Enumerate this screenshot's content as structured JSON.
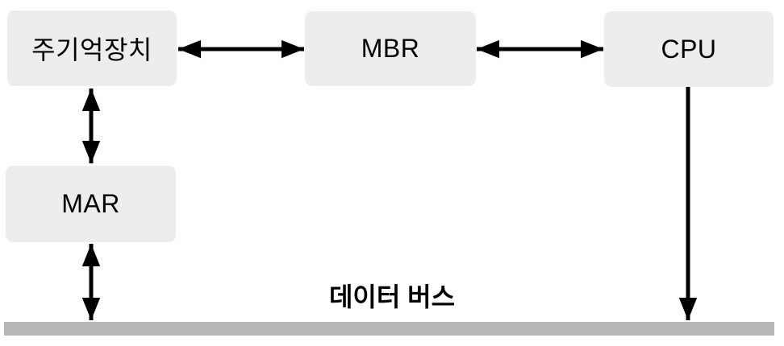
{
  "diagram": {
    "nodes": [
      {
        "id": "main-memory",
        "label": "주기억장치"
      },
      {
        "id": "mbr",
        "label": "MBR"
      },
      {
        "id": "cpu",
        "label": "CPU"
      },
      {
        "id": "mar",
        "label": "MAR"
      }
    ],
    "bus": {
      "label": "데이터 버스"
    },
    "edges": [
      {
        "from": "main-memory",
        "to": "mbr",
        "type": "bidirectional"
      },
      {
        "from": "mbr",
        "to": "cpu",
        "type": "bidirectional"
      },
      {
        "from": "main-memory",
        "to": "mar",
        "type": "bidirectional"
      },
      {
        "from": "mar",
        "to": "data-bus",
        "type": "bidirectional"
      },
      {
        "from": "cpu",
        "to": "data-bus",
        "type": "unidirectional-down"
      }
    ],
    "colors": {
      "node_fill": "#ededed",
      "bus_fill": "#b7b7b7",
      "arrow": "#000000",
      "text": "#000000"
    }
  }
}
